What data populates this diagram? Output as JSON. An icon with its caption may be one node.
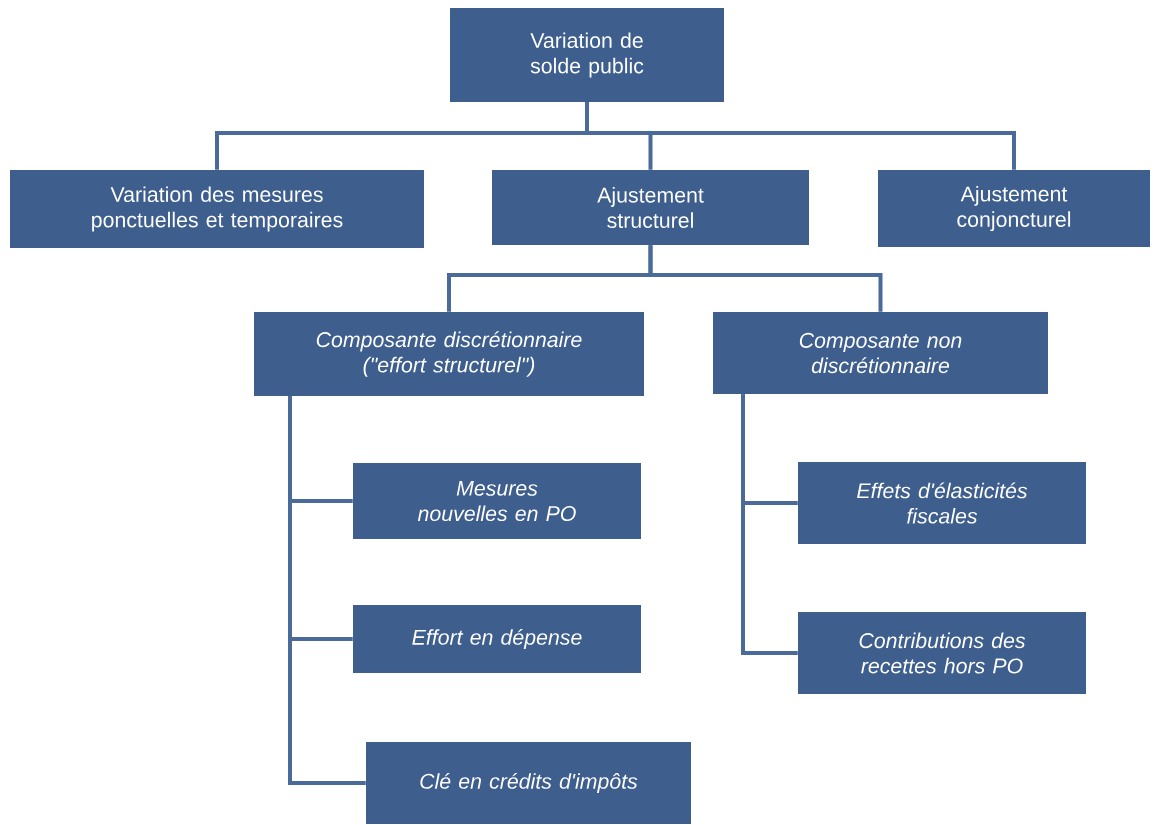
{
  "diagram": {
    "nodes": [
      {
        "text": [
          "Variation de solde public"
        ]
      },
      {
        "text": [
          "Variation des mesures ponctuelles et temporaires"
        ]
      },
      {
        "text": [
          "Ajustement structurel"
        ]
      },
      {
        "text": [
          "Ajustement conjoncturel"
        ]
      },
      {
        "text": [
          "Composante discrétionnaire (\"effort structurel\")"
        ]
      },
      {
        "text": [
          "Composante non discrétionnaire"
        ]
      },
      {
        "text": [
          "Mesures nouvelles en PO"
        ]
      },
      {
        "text": [
          "Effort en dépense"
        ]
      },
      {
        "text": [
          "Clé en crédits d'impôts"
        ]
      },
      {
        "text": [
          "Effets d'élasticités fiscales"
        ]
      },
      {
        "text": [
          "Contributions des recettes hors PO"
        ]
      }
    ],
    "edges": [
      {
        "from": 0,
        "to": 1,
        "arrow": "none"
      },
      {
        "from": 0,
        "to": 2,
        "arrow": "none"
      },
      {
        "from": 0,
        "to": 3,
        "arrow": "none"
      },
      {
        "from": 2,
        "to": 4,
        "arrow": "none"
      },
      {
        "from": 2,
        "to": 5,
        "arrow": "none"
      },
      {
        "from": 4,
        "to": 6,
        "arrow": "none"
      },
      {
        "from": 4,
        "to": 7,
        "arrow": "none"
      },
      {
        "from": 4,
        "to": 8,
        "arrow": "none"
      },
      {
        "from": 5,
        "to": 9,
        "arrow": "none"
      },
      {
        "from": 5,
        "to": 10,
        "arrow": "none"
      }
    ]
  }
}
